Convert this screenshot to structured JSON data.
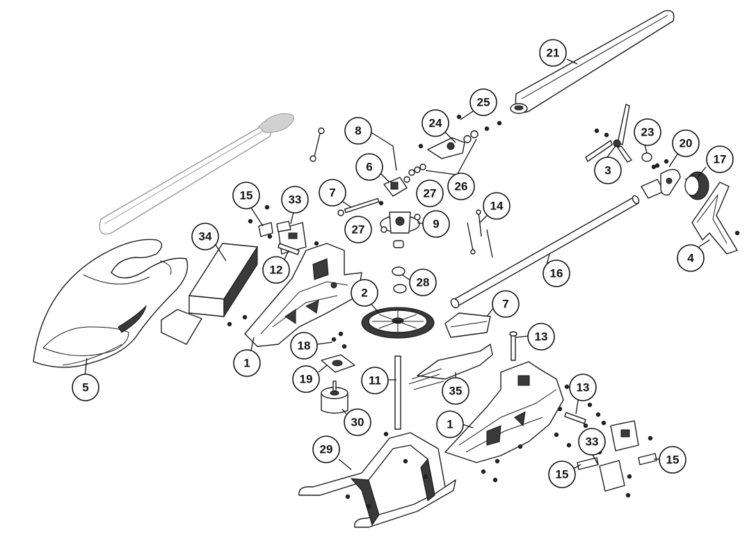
{
  "callouts": [
    {
      "id": "c21",
      "label": "21"
    },
    {
      "id": "c25",
      "label": "25"
    },
    {
      "id": "c24",
      "label": "24"
    },
    {
      "id": "c8",
      "label": "8"
    },
    {
      "id": "c23",
      "label": "23"
    },
    {
      "id": "c20",
      "label": "20"
    },
    {
      "id": "c17",
      "label": "17"
    },
    {
      "id": "c6",
      "label": "6"
    },
    {
      "id": "c26",
      "label": "26"
    },
    {
      "id": "c27a",
      "label": "27"
    },
    {
      "id": "c3",
      "label": "3"
    },
    {
      "id": "c7a",
      "label": "7"
    },
    {
      "id": "c15a",
      "label": "15"
    },
    {
      "id": "c33a",
      "label": "33"
    },
    {
      "id": "c14",
      "label": "14"
    },
    {
      "id": "c27b",
      "label": "27"
    },
    {
      "id": "c9",
      "label": "9"
    },
    {
      "id": "c34",
      "label": "34"
    },
    {
      "id": "c4",
      "label": "4"
    },
    {
      "id": "c12",
      "label": "12"
    },
    {
      "id": "c16",
      "label": "16"
    },
    {
      "id": "c28",
      "label": "28"
    },
    {
      "id": "c2",
      "label": "2"
    },
    {
      "id": "c7b",
      "label": "7"
    },
    {
      "id": "c13a",
      "label": "13"
    },
    {
      "id": "c18",
      "label": "18"
    },
    {
      "id": "c1a",
      "label": "1"
    },
    {
      "id": "c19",
      "label": "19"
    },
    {
      "id": "c11",
      "label": "11"
    },
    {
      "id": "c5",
      "label": "5"
    },
    {
      "id": "c35",
      "label": "35"
    },
    {
      "id": "c13b",
      "label": "13"
    },
    {
      "id": "c30",
      "label": "30"
    },
    {
      "id": "c1b",
      "label": "1"
    },
    {
      "id": "c33b",
      "label": "33"
    },
    {
      "id": "c29",
      "label": "29"
    },
    {
      "id": "c15b",
      "label": "15"
    },
    {
      "id": "c15c",
      "label": "15"
    }
  ]
}
